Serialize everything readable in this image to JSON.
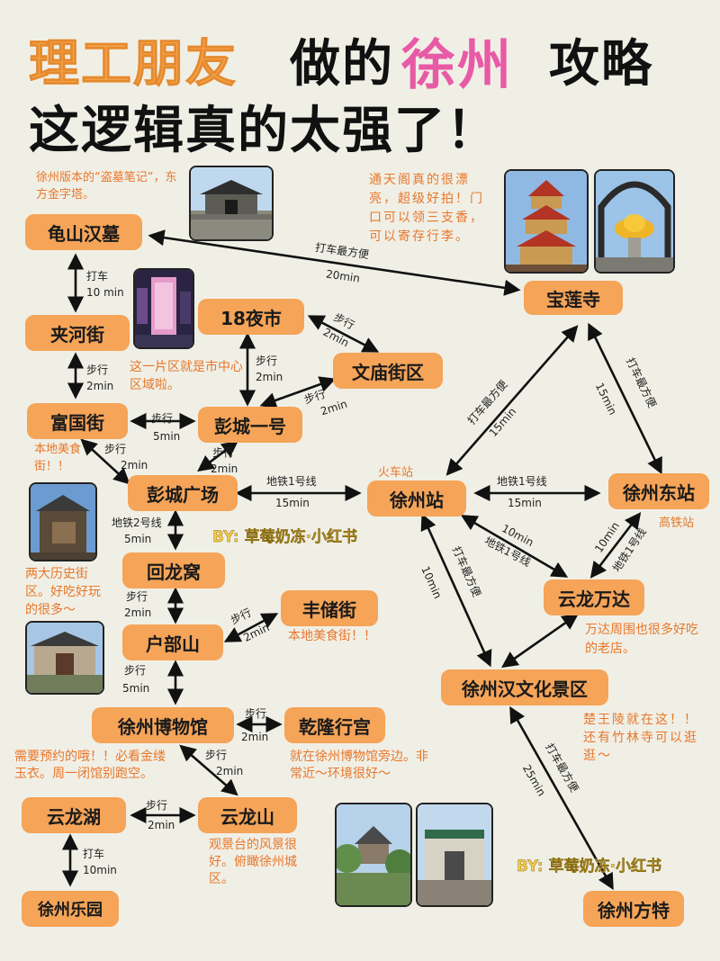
{
  "title": {
    "line1_part1": "理工朋友",
    "line1_part2": "做的",
    "line1_part3": "徐州",
    "line1_part4": "攻略",
    "line2": "这逻辑真的太强了！"
  },
  "nodes": {
    "guishan": "龟山汉墓",
    "jiahe": "夹河街",
    "fuguo": "富国街",
    "pengcheng_square": "彭城广场",
    "huilongwo": "回龙窝",
    "hubushan": "户部山",
    "museum": "徐州博物馆",
    "yunlong_lake": "云龙湖",
    "xuzhou_park": "徐州乐园",
    "night_market": "18夜市",
    "confucius": "文庙街区",
    "pengcheng_one": "彭城一号",
    "fengchu": "丰储街",
    "qianlong": "乾隆行宫",
    "yunlong_mountain": "云龙山",
    "baolian": "宝莲寺",
    "xuzhou_station": "徐州站",
    "east_station": "徐州东站",
    "wanda": "云龙万达",
    "han_culture": "徐州汉文化景区",
    "fantawild": "徐州方特"
  },
  "notes": {
    "guishan": "徐州版本的“盗墓笔记”，东方金字塔。",
    "baolian": "通天阁真的很漂亮，超级好拍！门口可以领三支香，可以寄存行李。",
    "center": "这一片区就是市中心区域啦。",
    "fuguo": "本地美食街！！",
    "huilongwo": "两大历史街区。好吃好玩的很多～",
    "fengchu": "本地美食街！！",
    "museum": "需要预约的哦！！必看金缕玉衣。周一闭馆别跑空。",
    "qianlong": "就在徐州博物馆旁边。非常近～环境很好～",
    "yunlong_mountain": "观景台的风景很好。俯瞰徐州城区。",
    "wanda": "万达周围也很多好吃的老店。",
    "han_culture": "楚王陵就在这！！还有竹林寺可以逛逛～",
    "train_station": "火车站",
    "east_station": "高铁站"
  },
  "edges": {
    "guishan_baolian": [
      "打车最方便",
      "20min"
    ],
    "guishan_jiahe": [
      "打车",
      "10 min"
    ],
    "jiahe_fuguo": [
      "步行",
      "2min"
    ],
    "fuguo_pengcheng_one": [
      "步行",
      "5min"
    ],
    "fuguo_square": [
      "步行",
      "2min"
    ],
    "one_square": [
      "步行",
      "2min"
    ],
    "night_confucius": [
      "步行",
      "2min"
    ],
    "night_one": [
      "步行",
      "2min"
    ],
    "one_confucius": [
      "步行",
      "2min"
    ],
    "square_station": [
      "地铁1号线",
      "15min"
    ],
    "square_huilongwo": [
      "地铁2号线",
      "5min"
    ],
    "huilongwo_hubushan": [
      "步行",
      "2min"
    ],
    "hubushan_fengchu": [
      "步行",
      "2min"
    ],
    "hubushan_museum": [
      "步行",
      "5min"
    ],
    "museum_qianlong": [
      "步行",
      "2min"
    ],
    "museum_yunlong_mountain": [
      "步行",
      "2min"
    ],
    "lake_mountain": [
      "步行",
      "2min"
    ],
    "lake_park": [
      "打车",
      "10min"
    ],
    "station_baolian": [
      "打车最方便",
      "15min"
    ],
    "baolian_east": [
      "打车最方便",
      "15min"
    ],
    "station_east": [
      "地铁1号线",
      "15min"
    ],
    "station_wanda": [
      "10min",
      "地铁1号线"
    ],
    "east_wanda": [
      "10min",
      "地铁1号线"
    ],
    "station_han": [
      "打车最方便",
      "10min"
    ],
    "han_fantawild": [
      "打车最方便",
      "25min"
    ]
  },
  "credit": "BY: 草莓奶冻·小红书"
}
